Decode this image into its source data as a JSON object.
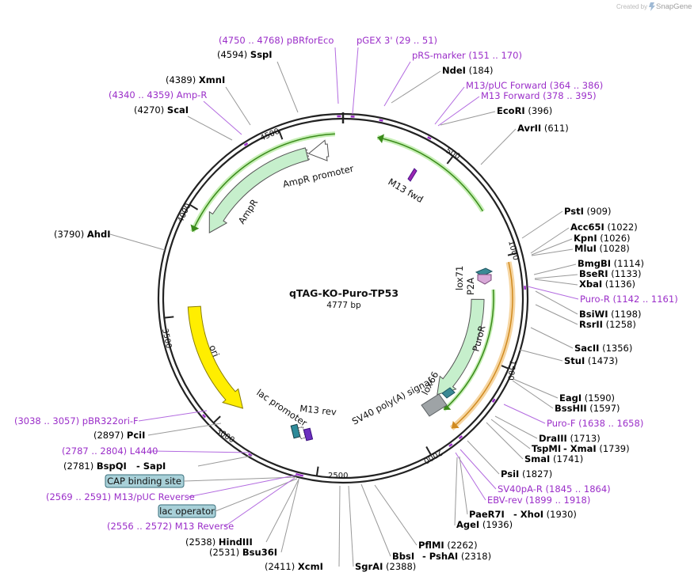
{
  "credit": {
    "created_by": "Created by",
    "brand": "SnapGene"
  },
  "plasmid": {
    "name": "qTAG-KO-Puro-TP53",
    "length": "4777 bp"
  },
  "ticks": [
    "500",
    "1000",
    "1500",
    "2000",
    "2500",
    "3000",
    "3500",
    "4000",
    "4500"
  ],
  "features": {
    "ampr_promoter": "AmpR promoter",
    "ampr": "AmpR",
    "ori": "ori",
    "lac_promoter": "lac promoter",
    "m13_rev": "M13 rev",
    "m13_fwd": "M13 fwd",
    "lox71": "lox71",
    "p2a": "P2A",
    "puror": "PuroR",
    "lox66": "lox66",
    "sv40": "SV40 poly(A) signal"
  },
  "boxes": {
    "cap": "CAP binding site",
    "lac_operator": "lac operator"
  },
  "labels": [
    {
      "id": "pbrforeco",
      "pre": "(4750 .. 4768)",
      "name": "pBRforEco",
      "post": "",
      "primer": true
    },
    {
      "id": "pgex3",
      "pre": "",
      "name": "pGEX 3'",
      "post": "(29 .. 51)",
      "primer": true
    },
    {
      "id": "sspi",
      "pre": "(4594)",
      "name": "SspI",
      "post": "",
      "primer": false
    },
    {
      "id": "prsmarker",
      "pre": "",
      "name": "pRS-marker",
      "post": "(151 .. 170)",
      "primer": true
    },
    {
      "id": "ndei",
      "pre": "",
      "name": "NdeI",
      "post": "(184)",
      "primer": false
    },
    {
      "id": "xmni",
      "pre": "(4389)",
      "name": "XmnI",
      "post": "",
      "primer": false
    },
    {
      "id": "m13puc_fwd",
      "pre": "",
      "name": "M13/pUC Forward",
      "post": "(364 .. 386)",
      "primer": true
    },
    {
      "id": "ampr_primer",
      "pre": "(4340 .. 4359)",
      "name": "Amp-R",
      "post": "",
      "primer": true
    },
    {
      "id": "m13_forward",
      "pre": "",
      "name": "M13 Forward",
      "post": "(378 .. 395)",
      "primer": true
    },
    {
      "id": "scai",
      "pre": "(4270)",
      "name": "ScaI",
      "post": "",
      "primer": false
    },
    {
      "id": "ecori",
      "pre": "",
      "name": "EcoRI",
      "post": "(396)",
      "primer": false
    },
    {
      "id": "avrii",
      "pre": "",
      "name": "AvrII",
      "post": "(611)",
      "primer": false
    },
    {
      "id": "psti",
      "pre": "",
      "name": "PstI",
      "post": "(909)",
      "primer": false
    },
    {
      "id": "ahdi",
      "pre": "(3790)",
      "name": "AhdI",
      "post": "",
      "primer": false
    },
    {
      "id": "acc65i",
      "pre": "",
      "name": "Acc65I",
      "post": "(1022)",
      "primer": false
    },
    {
      "id": "kpni",
      "pre": "",
      "name": "KpnI",
      "post": "(1026)",
      "primer": false
    },
    {
      "id": "mlui",
      "pre": "",
      "name": "MluI",
      "post": "(1028)",
      "primer": false
    },
    {
      "id": "bmgbi",
      "pre": "",
      "name": "BmgBI",
      "post": "(1114)",
      "primer": false
    },
    {
      "id": "bseri",
      "pre": "",
      "name": "BseRI",
      "post": "(1133)",
      "primer": false
    },
    {
      "id": "xbai",
      "pre": "",
      "name": "XbaI",
      "post": "(1136)",
      "primer": false
    },
    {
      "id": "puror_primer",
      "pre": "",
      "name": "Puro-R",
      "post": "(1142 .. 1161)",
      "primer": true
    },
    {
      "id": "bsiwi",
      "pre": "",
      "name": "BsiWI",
      "post": "(1198)",
      "primer": false
    },
    {
      "id": "rsrii",
      "pre": "",
      "name": "RsrII",
      "post": "(1258)",
      "primer": false
    },
    {
      "id": "sacii",
      "pre": "",
      "name": "SacII",
      "post": "(1356)",
      "primer": false
    },
    {
      "id": "stui",
      "pre": "",
      "name": "StuI",
      "post": "(1473)",
      "primer": false
    },
    {
      "id": "eagi",
      "pre": "",
      "name": "EagI",
      "post": "(1590)",
      "primer": false
    },
    {
      "id": "bsshii",
      "pre": "",
      "name": "BssHII",
      "post": "(1597)",
      "primer": false
    },
    {
      "id": "purof",
      "pre": "",
      "name": "Puro-F",
      "post": "(1638 .. 1658)",
      "primer": true
    },
    {
      "id": "pbr322ori",
      "pre": "(3038 .. 3057)",
      "name": "pBR322ori-F",
      "post": "",
      "primer": true
    },
    {
      "id": "draiii",
      "pre": "",
      "name": "DraIII",
      "post": "(1713)",
      "primer": false
    },
    {
      "id": "tspmi",
      "pre": "",
      "name": "TspMI",
      "post": "",
      "primer": false
    },
    {
      "id": "xmai",
      "pre": "",
      "name": "- XmaI",
      "post": "(1739)",
      "primer": false
    },
    {
      "id": "smai",
      "pre": "",
      "name": "SmaI",
      "post": "(1741)",
      "primer": false
    },
    {
      "id": "pcii",
      "pre": "(2897)",
      "name": "PciI",
      "post": "",
      "primer": false
    },
    {
      "id": "l4440",
      "pre": "(2787 .. 2804)",
      "name": "L4440",
      "post": "",
      "primer": true
    },
    {
      "id": "psii",
      "pre": "",
      "name": "PsiI",
      "post": "(1827)",
      "primer": false
    },
    {
      "id": "bspqi",
      "pre": "(2781)",
      "name": "BspQI",
      "post": "",
      "primer": false
    },
    {
      "id": "sapi",
      "pre": "",
      "name": "- SapI",
      "post": "",
      "primer": false
    },
    {
      "id": "sv40par",
      "pre": "",
      "name": "SV40pA-R",
      "post": "(1845 .. 1864)",
      "primer": true
    },
    {
      "id": "ebvrev",
      "pre": "",
      "name": "EBV-rev",
      "post": "(1899 .. 1918)",
      "primer": true
    },
    {
      "id": "m13puc_rev",
      "pre": "(2569 .. 2591)",
      "name": "M13/pUC Reverse",
      "post": "",
      "primer": true
    },
    {
      "id": "paer7i",
      "pre": "",
      "name": "PaeR7I",
      "post": "",
      "primer": false
    },
    {
      "id": "xhoi",
      "pre": "",
      "name": "- XhoI",
      "post": "(1930)",
      "primer": false
    },
    {
      "id": "agei",
      "pre": "",
      "name": "AgeI",
      "post": "(1936)",
      "primer": false
    },
    {
      "id": "m13_reverse",
      "pre": "(2556 .. 2572)",
      "name": "M13 Reverse",
      "post": "",
      "primer": true
    },
    {
      "id": "hindiii",
      "pre": "(2538)",
      "name": "HindIII",
      "post": "",
      "primer": false
    },
    {
      "id": "pflmi",
      "pre": "",
      "name": "PflMI",
      "post": "(2262)",
      "primer": false
    },
    {
      "id": "bsu36i",
      "pre": "(2531)",
      "name": "Bsu36I",
      "post": "",
      "primer": false
    },
    {
      "id": "bbsi",
      "pre": "",
      "name": "BbsI",
      "post": "",
      "primer": false
    },
    {
      "id": "pshai",
      "pre": "",
      "name": "- PshAI",
      "post": "(2318)",
      "primer": false
    },
    {
      "id": "xcmi",
      "pre": "(2411)",
      "name": "XcmI",
      "post": "",
      "primer": false
    },
    {
      "id": "sgrai",
      "pre": "",
      "name": "SgrAI",
      "post": "(2388)",
      "primer": false
    }
  ]
}
